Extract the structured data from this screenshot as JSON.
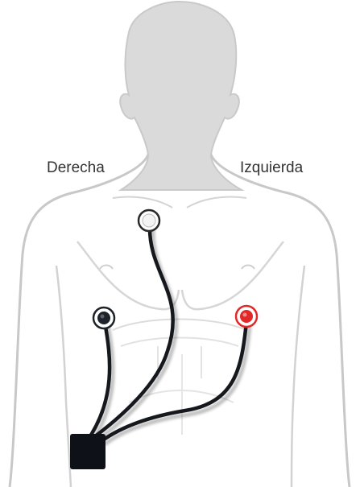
{
  "labels": {
    "right_side": "Derecha",
    "left_side": "Izquierda"
  },
  "colors": {
    "silhouette_head": "#d9d9d9",
    "silhouette_outline": "#c8c8c8",
    "cable": "#15181d",
    "electrode_white": "#ffffff",
    "electrode_black": "#1d2329",
    "electrode_red": "#e02a2a",
    "recorder": "#0e1117"
  },
  "electrodes": [
    {
      "name": "white-electrode",
      "color": "white"
    },
    {
      "name": "black-electrode",
      "color": "black"
    },
    {
      "name": "red-electrode",
      "color": "red"
    }
  ],
  "device": {
    "name": "holter-recorder",
    "icon": "recorder-box"
  }
}
